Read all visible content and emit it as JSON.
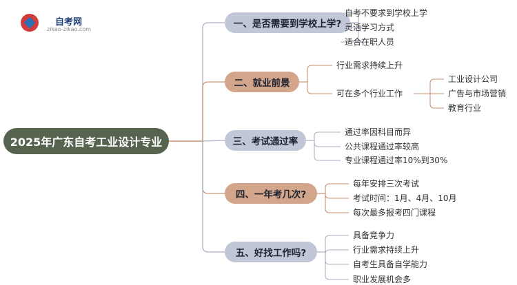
{
  "logo": {
    "title": "自考网",
    "subtitle": "zikao-zikao.com",
    "icon": "graduation-cap-icon"
  },
  "root": {
    "label": "2025年广东自考工业设计专业"
  },
  "branches": [
    {
      "id": "b1",
      "label": "一、是否需要到学校上学?",
      "color": "blue",
      "leaves": [
        {
          "label": "自考不要求到学校上学"
        },
        {
          "label": "灵活学习方式"
        },
        {
          "label": "适合在职人员"
        }
      ]
    },
    {
      "id": "b2",
      "label": "二、就业前景",
      "color": "tan",
      "leaves": [
        {
          "label": "行业需求持续上升"
        },
        {
          "label": "可在多个行业工作",
          "children": [
            {
              "label": "工业设计公司"
            },
            {
              "label": "广告与市场营销"
            },
            {
              "label": "教育行业"
            }
          ]
        }
      ]
    },
    {
      "id": "b3",
      "label": "三、考试通过率",
      "color": "blue",
      "leaves": [
        {
          "label": "通过率因科目而异"
        },
        {
          "label": "公共课程通过率较高"
        },
        {
          "label": "专业课程通过率10%到30%"
        }
      ]
    },
    {
      "id": "b4",
      "label": "四、一年考几次?",
      "color": "tan",
      "leaves": [
        {
          "label": "每年安排三次考试"
        },
        {
          "label": "考试时间：1月、4月、10月"
        },
        {
          "label": "每次最多报考四门课程"
        }
      ]
    },
    {
      "id": "b5",
      "label": "五、好找工作吗?",
      "color": "blue",
      "leaves": [
        {
          "label": "具备竞争力"
        },
        {
          "label": "行业需求持续上升"
        },
        {
          "label": "自考生具备自学能力"
        },
        {
          "label": "职业发展机会多"
        }
      ]
    }
  ],
  "colors": {
    "root_bg": "#56644f",
    "branch_blue": "#c2c7d8",
    "branch_tan": "#d3a58a",
    "link_blue": "#a9afc4",
    "link_tan": "#c79275"
  }
}
